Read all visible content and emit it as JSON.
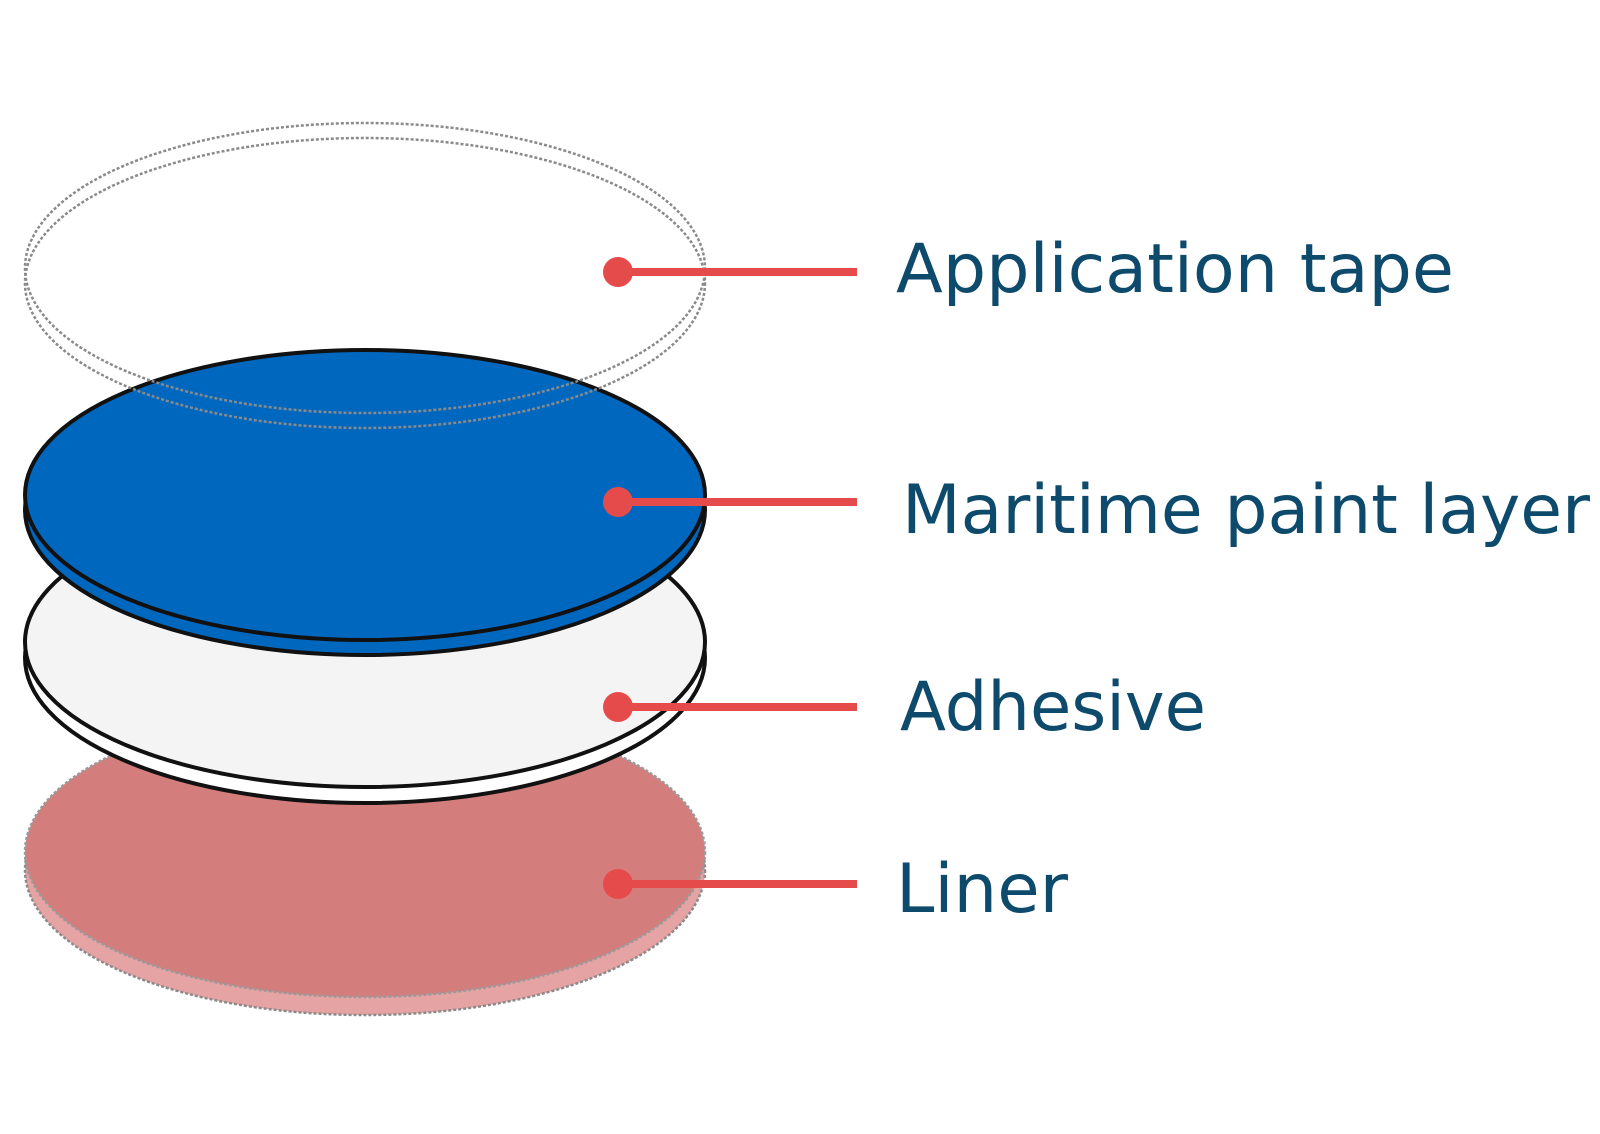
{
  "diagram": {
    "layers": [
      {
        "id": "application-tape",
        "label": "Application tape"
      },
      {
        "id": "maritime-paint-layer",
        "label": "Maritime paint layer"
      },
      {
        "id": "adhesive",
        "label": "Adhesive"
      },
      {
        "id": "liner",
        "label": "Liner"
      }
    ]
  },
  "colors": {
    "label_text": "#0d4a6b",
    "leader_line": "#e64b4b",
    "paint_layer": "#0067bf",
    "adhesive_layer": "#f4f4f4",
    "liner_layer": "#d47d7d",
    "outline": "#111111",
    "dotted_outline": "#8a8a8a"
  }
}
